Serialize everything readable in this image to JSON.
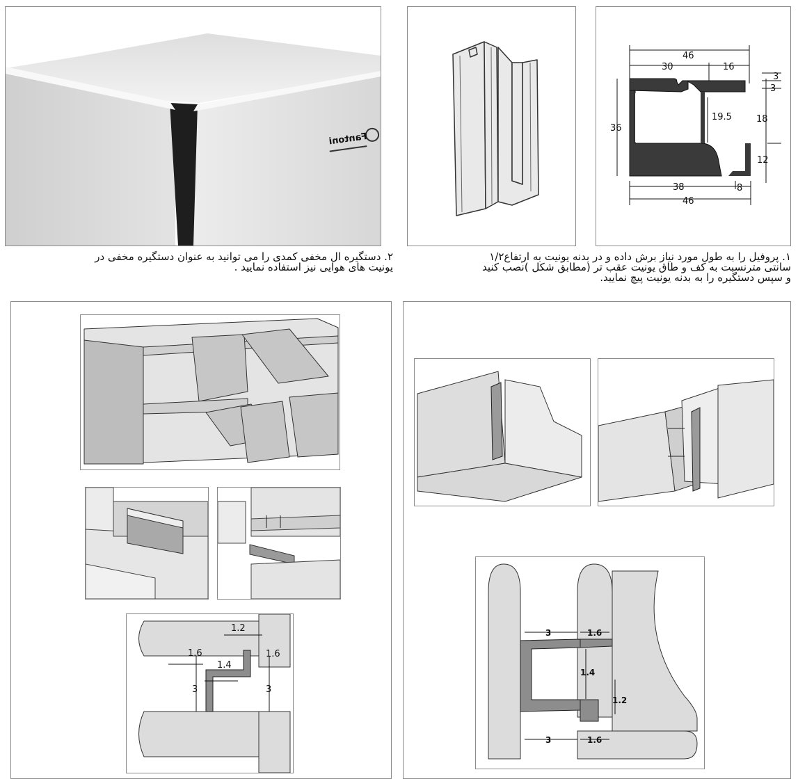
{
  "captions": {
    "step1": {
      "line1": "۱. پروفیل را به طول مورد نیاز برش داده و در بدنه یونیت به ارتفاع۱/۲",
      "line2": "سانتی مترنسبت به کف و طاق یونیت عقب تر (مطابق شکل )نصب کنید",
      "line3": "و سپس دستگیره را به بدنه یونیت پیچ نمایید."
    },
    "step2": {
      "line1": "۲. دستگیره ال مخفی کمدی را می توانید به عنوان دستگیره مخفی در",
      "line2": "یونیت های هوایی نیز استفاده نمایید ."
    }
  },
  "brand": {
    "logo_text": "Fantoni"
  },
  "profile_dims": {
    "top_total": "46",
    "top_left": "30",
    "top_right": "16",
    "lip_a": "3",
    "lip_b": "3",
    "height": "36",
    "inner_height": "19.5",
    "right_height": "18",
    "hook_height": "12",
    "bottom_left": "38",
    "bottom_right": "8",
    "bottom_total": "46"
  },
  "section_left_dims": {
    "top_gap": "1.2",
    "left_1": "1.6",
    "mid": "1.4",
    "right_1": "1.6",
    "left_3": "3",
    "right_3": "3"
  },
  "section_right_dims": {
    "top_3": "3",
    "top_16": "1.6",
    "mid_14": "1.4",
    "right_12": "1.2",
    "bottom_3": "3",
    "bottom_16": "1.6"
  },
  "colors": {
    "border": "#8a8a8a",
    "panel_fill": "#d6d6d6",
    "dark": "#2a2a2a"
  }
}
